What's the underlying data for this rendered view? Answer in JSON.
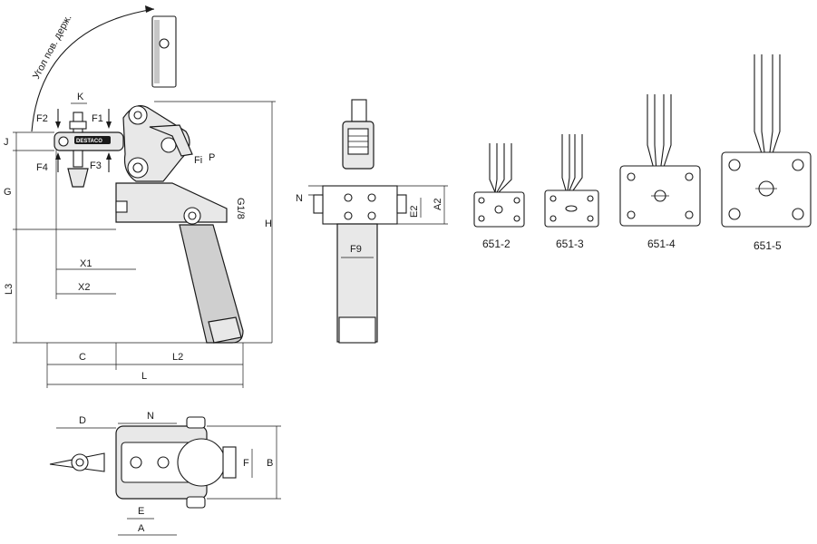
{
  "labels": {
    "rotation_angle": "Угол пов. держ.",
    "K": "K",
    "F2": "F2",
    "F1": "F1",
    "F4": "F4",
    "F3": "F3",
    "J": "J",
    "G": "G",
    "L3": "L3",
    "X1": "X1",
    "X2": "X2",
    "C": "C",
    "L2": "L2",
    "L": "L",
    "H": "H",
    "Fi": "Fi",
    "P": "P",
    "G18": "G1/8",
    "N": "N",
    "E2": "E2",
    "A2": "A2",
    "F9": "F9",
    "D": "D",
    "N_top": "N",
    "F": "F",
    "B": "B",
    "E": "E",
    "A": "A"
  },
  "models": [
    "651-2",
    "651-3",
    "651-4",
    "651-5"
  ],
  "brand_text": "DESTACO"
}
